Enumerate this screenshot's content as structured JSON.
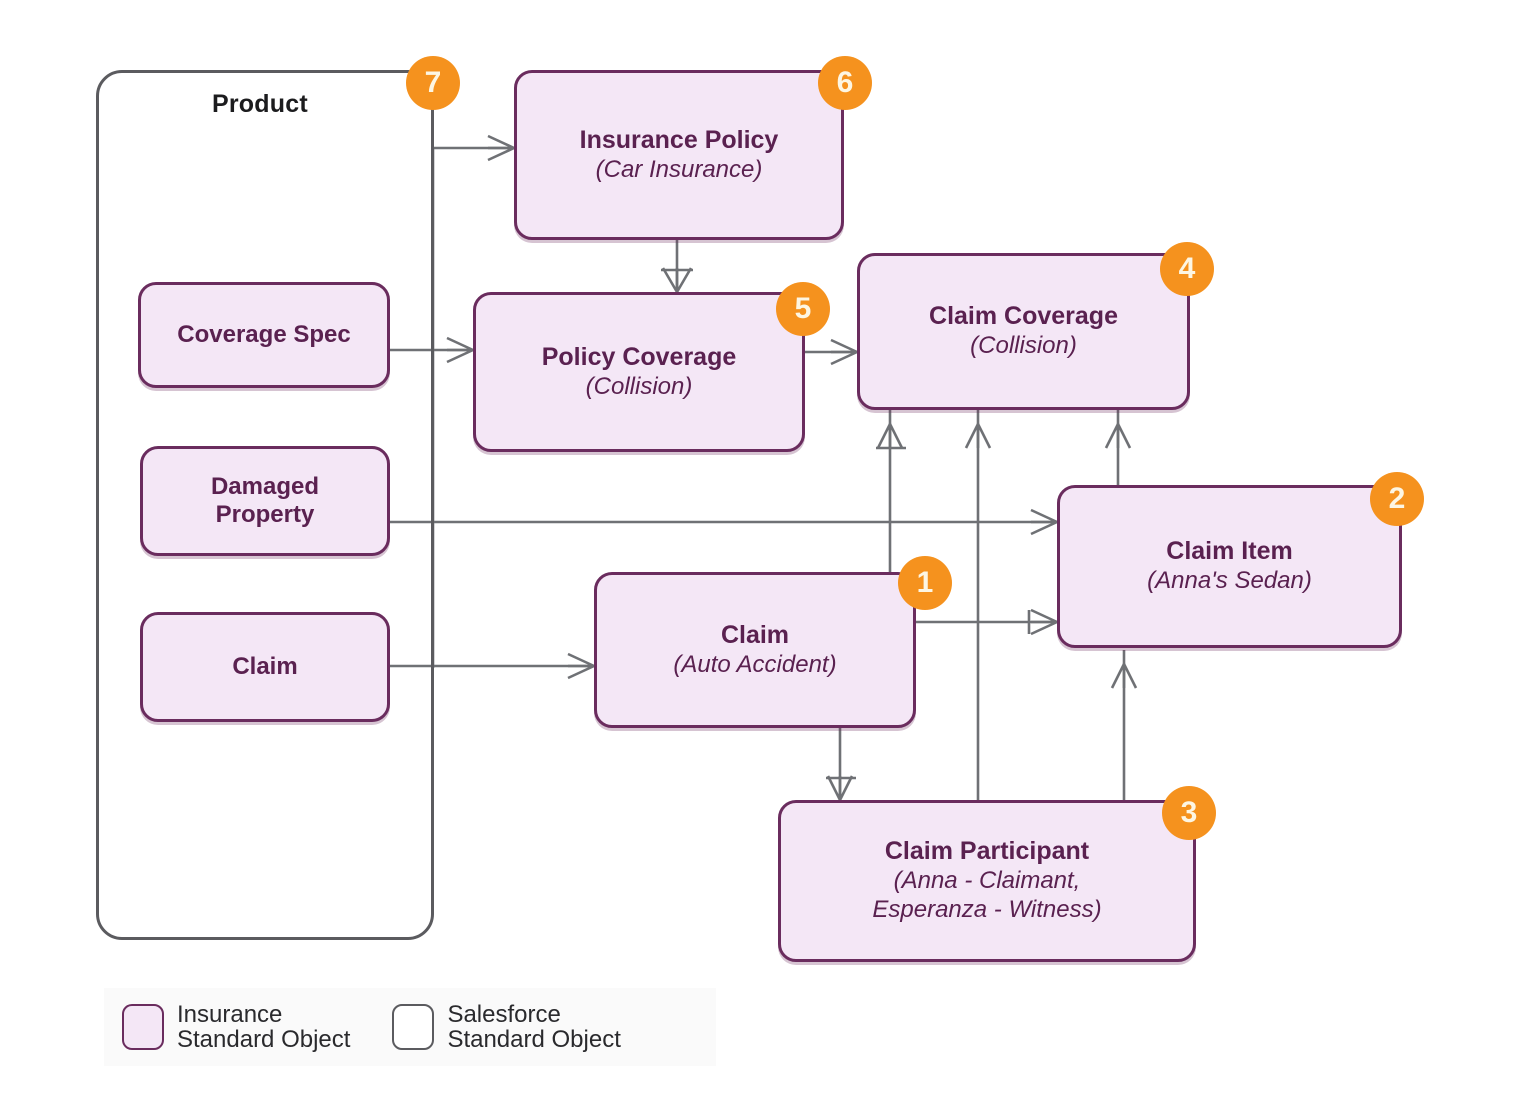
{
  "diagram": {
    "title_label": "Product",
    "container": {
      "name": "Product"
    },
    "nodes": [
      {
        "id": "coverage-spec",
        "title": "Coverage Spec",
        "subtitle": ""
      },
      {
        "id": "damaged-property",
        "title": "Damaged\nProperty",
        "subtitle": ""
      },
      {
        "id": "claim-std",
        "title": "Claim",
        "subtitle": ""
      },
      {
        "id": "insurance-policy",
        "title": "Insurance Policy",
        "subtitle": "(Car Insurance)"
      },
      {
        "id": "policy-coverage",
        "title": "Policy Coverage",
        "subtitle": "(Collision)"
      },
      {
        "id": "claim-coverage",
        "title": "Claim Coverage",
        "subtitle": "(Collision)"
      },
      {
        "id": "claim-item",
        "title": "Claim Item",
        "subtitle": "(Anna's Sedan)"
      },
      {
        "id": "claim",
        "title": "Claim",
        "subtitle": "(Auto Accident)"
      },
      {
        "id": "claim-participant",
        "title": "Claim Participant",
        "subtitle": "(Anna - Claimant,\nEsperanza - Witness)"
      }
    ],
    "badges": [
      {
        "id": "badge-1",
        "number": "1",
        "target": "claim"
      },
      {
        "id": "badge-2",
        "number": "2",
        "target": "claim-item"
      },
      {
        "id": "badge-3",
        "number": "3",
        "target": "claim-participant"
      },
      {
        "id": "badge-4",
        "number": "4",
        "target": "claim-coverage"
      },
      {
        "id": "badge-5",
        "number": "5",
        "target": "policy-coverage"
      },
      {
        "id": "badge-6",
        "number": "6",
        "target": "insurance-policy"
      },
      {
        "id": "badge-7",
        "number": "7",
        "target": "product-container"
      }
    ],
    "legend": [
      {
        "id": "insurance",
        "label": "Insurance\nStandard Object",
        "swatch_fill": "#f4e7f6",
        "swatch_border": "#6a2c5e"
      },
      {
        "id": "salesforce",
        "label": "Salesforce\nStandard Object",
        "swatch_fill": "#ffffff",
        "swatch_border": "#5b5b5f"
      }
    ],
    "colors": {
      "node_fill": "#f4e7f6",
      "node_border": "#6a2c5e",
      "node_text": "#5a2150",
      "badge_bg": "#f5921e",
      "badge_text": "#fdf6e3",
      "container_border": "#5b5b5f",
      "connector": "#6f7175",
      "background": "#ffffff"
    }
  }
}
